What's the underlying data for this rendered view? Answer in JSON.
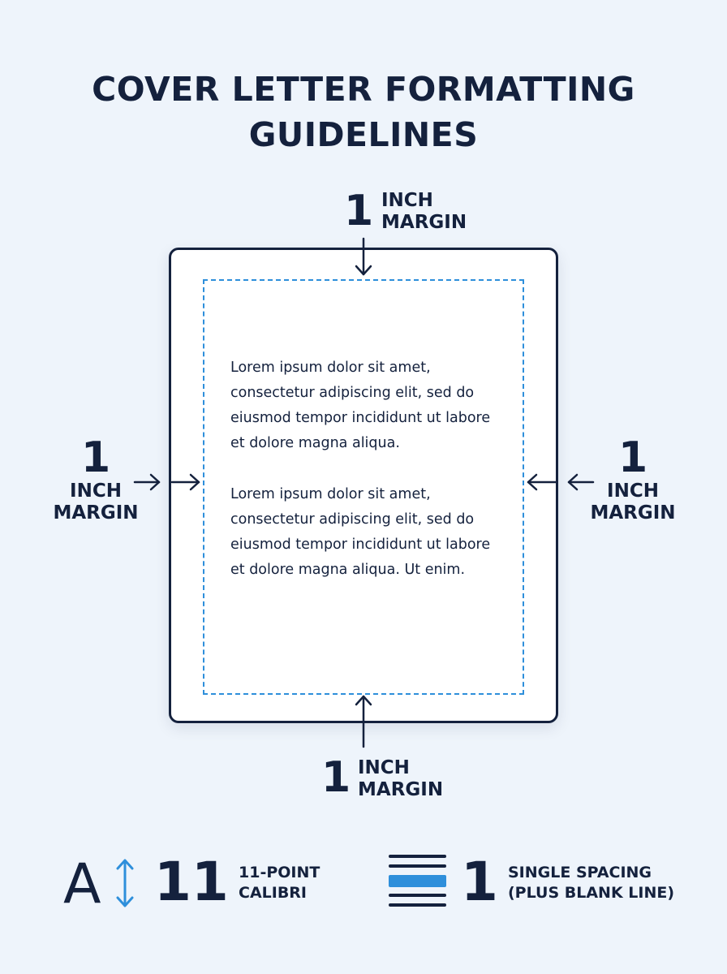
{
  "title": {
    "line1": "COVER LETTER FORMATTING",
    "line2": "GUIDELINES"
  },
  "margins": {
    "top": {
      "number": "1",
      "unit": "INCH",
      "word": "MARGIN"
    },
    "bottom": {
      "number": "1",
      "unit": "INCH",
      "word": "MARGIN"
    },
    "left": {
      "number": "1",
      "unit": "INCH",
      "word": "MARGIN"
    },
    "right": {
      "number": "1",
      "unit": "INCH",
      "word": "MARGIN"
    }
  },
  "letter": {
    "paragraph1": "Lorem ipsum dolor sit amet, consectetur adipiscing elit, sed do eiusmod tempor incididunt ut labore et dolore magna aliqua.",
    "paragraph2": "Lorem ipsum dolor sit amet, consectetur adipiscing elit, sed do eiusmod tempor incididunt ut labore et dolore magna aliqua. Ut enim."
  },
  "font_spec": {
    "glyph": "A",
    "size": "11",
    "label_line1": "11-POINT",
    "label_line2": "CALIBRI"
  },
  "spacing_spec": {
    "number": "1",
    "label_line1": "SINGLE SPACING",
    "label_line2": "(PLUS BLANK LINE)"
  },
  "colors": {
    "ink": "#14213d",
    "accent": "#2e8fdb",
    "background": "#eef4fb",
    "paper": "#ffffff"
  },
  "icons": [
    "arrow-down-icon",
    "arrow-up-icon",
    "arrow-right-icon",
    "arrow-left-icon",
    "font-size-icon",
    "line-spacing-icon"
  ]
}
